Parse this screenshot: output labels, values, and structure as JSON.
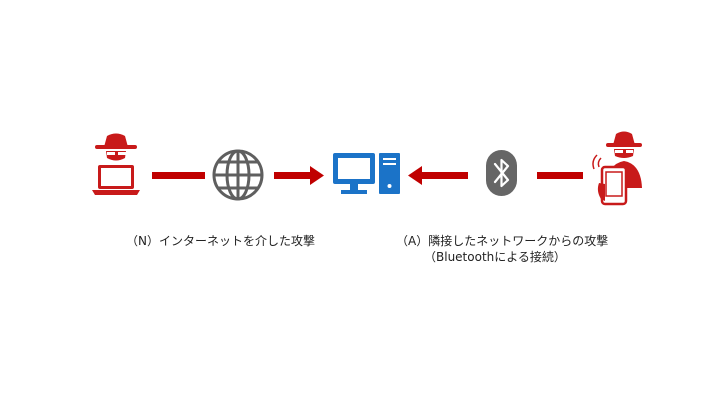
{
  "colors": {
    "attacker_red": "#c81a1a",
    "arrow_red": "#c00000",
    "globe_gray": "#5f5f5f",
    "computer_blue": "#1b73c8",
    "bluetooth_gray": "#666666"
  },
  "icons": {
    "attacker_left": "hacker-laptop-icon",
    "internet": "globe-icon",
    "target": "desktop-computer-icon",
    "bluetooth": "bluetooth-icon",
    "attacker_right": "hacker-smartphone-icon"
  },
  "captions": {
    "network_attack": "（N）インターネットを介した攻撃",
    "adjacent_attack": "（A）隣接したネットワークからの攻撃",
    "adjacent_attack_sub": "（Bluetoothによる接続）"
  }
}
